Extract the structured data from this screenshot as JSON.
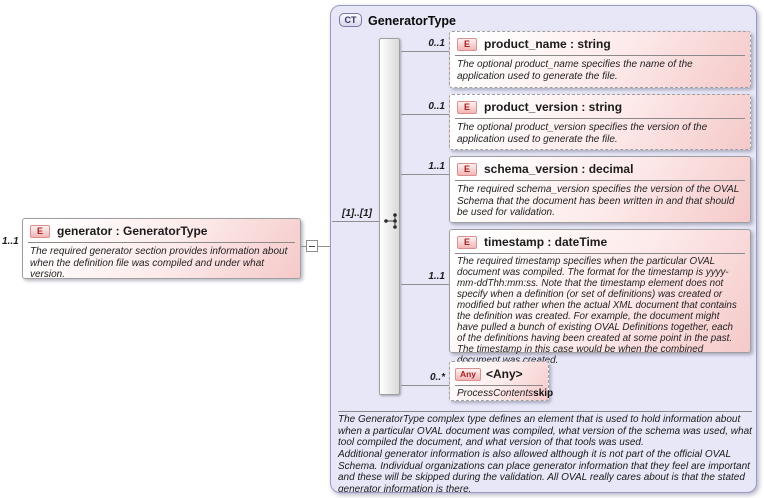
{
  "diagram": {
    "root_element": {
      "badge": "E",
      "title": "generator : GeneratorType",
      "cardinality": "1..1",
      "description": "The required generator section provides information about when the definition file was compiled and under what version."
    },
    "complex_type": {
      "badge": "CT",
      "title": "GeneratorType",
      "sequence_cardinality": "[1]..[1]",
      "children": [
        {
          "badge": "E",
          "title": "product_name : string",
          "cardinality": "0..1",
          "description": "The optional product_name specifies the name of the application used to generate the file."
        },
        {
          "badge": "E",
          "title": "product_version : string",
          "cardinality": "0..1",
          "description": "The optional product_version specifies the version of the application used to generate the file."
        },
        {
          "badge": "E",
          "title": "schema_version : decimal",
          "cardinality": "1..1",
          "description": "The required schema_version specifies the version of the OVAL Schema that the document has been written in and that should be used for validation."
        },
        {
          "badge": "E",
          "title": "timestamp : dateTime",
          "cardinality": "1..1",
          "description": "The required timestamp specifies when the particular OVAL document was compiled. The format for the timestamp is yyyy-mm-ddThh:mm:ss. Note that the timestamp element does not specify when a definition (or set of definitions) was created or modified but rather when the actual XML document that contains the definition was created. For example, the document might have pulled a bunch of existing OVAL Definitions together, each of the definitions having been created at some point in the past. The timestamp in this case would be when the combined document was created."
        },
        {
          "badge": "Any",
          "title": "<Any>",
          "cardinality": "0..*",
          "property_label": "ProcessContents",
          "property_value": "skip"
        }
      ],
      "documentation": "The GeneratorType complex type defines an element that is used to hold information about when a particular OVAL document was compiled, what version of the schema was used, what tool compiled the document, and what version of that tools was used.\nAdditional generator information is also allowed although it is not part of the official OVAL Schema. Individual organizations can place generator information that they feel are important and these will be skipped during the validation. All OVAL really cares about is that the stated generator information is there."
    },
    "colors": {
      "container_fill": "#e7e7f7",
      "element_fill_pink": "#f5c9c9",
      "badge_red": "#a82222",
      "badge_blue": "#333366",
      "connector_gray": "#8f8f8f"
    }
  }
}
